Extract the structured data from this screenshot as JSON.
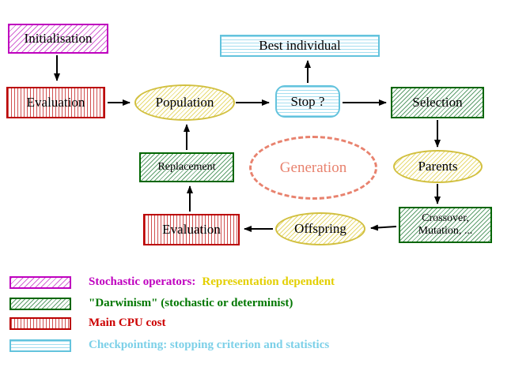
{
  "diagram": {
    "nodes": {
      "initialisation": {
        "label": "Initialisation"
      },
      "evaluation_top": {
        "label": "Evaluation"
      },
      "population": {
        "label": "Population"
      },
      "best_individual": {
        "label": "Best individual"
      },
      "stop": {
        "label": "Stop ?"
      },
      "selection": {
        "label": "Selection"
      },
      "replacement": {
        "label": "Replacement"
      },
      "generation": {
        "label": "Generation"
      },
      "parents": {
        "label": "Parents"
      },
      "evaluation_bottom": {
        "label": "Evaluation"
      },
      "offspring": {
        "label": "Offspring"
      },
      "crossover": {
        "line1": "Crossover,",
        "line2": "Mutation, ..."
      }
    },
    "edges": [
      {
        "from": "initialisation",
        "to": "evaluation_top"
      },
      {
        "from": "evaluation_top",
        "to": "population"
      },
      {
        "from": "population",
        "to": "stop"
      },
      {
        "from": "stop",
        "to": "best_individual"
      },
      {
        "from": "stop",
        "to": "selection"
      },
      {
        "from": "selection",
        "to": "parents"
      },
      {
        "from": "parents",
        "to": "crossover"
      },
      {
        "from": "crossover",
        "to": "offspring"
      },
      {
        "from": "offspring",
        "to": "evaluation_bottom"
      },
      {
        "from": "evaluation_bottom",
        "to": "replacement"
      },
      {
        "from": "replacement",
        "to": "population"
      }
    ]
  },
  "legend": {
    "items": [
      {
        "pattern": "magenta-diagonal-hatch",
        "label": "Stochastic operators:",
        "label2": "Representation dependent"
      },
      {
        "pattern": "green-diagonal-hatch",
        "label": "\"Darwinism\" (stochastic or determinist)"
      },
      {
        "pattern": "red-vertical-lines",
        "label": "Main CPU cost"
      },
      {
        "pattern": "cyan-horizontal-lines",
        "label": "Checkpointing: stopping criterion and statistics"
      }
    ]
  },
  "colors": {
    "magenta": "#bf00bf",
    "red": "#cc0000",
    "green": "#007700",
    "cyan": "#63c3dd",
    "cyan_text": "#7cd0e8",
    "yellow": "#d2c040",
    "yellow_text": "#e3cf00",
    "salmon": "#e8826e",
    "arrow": "#000000"
  }
}
